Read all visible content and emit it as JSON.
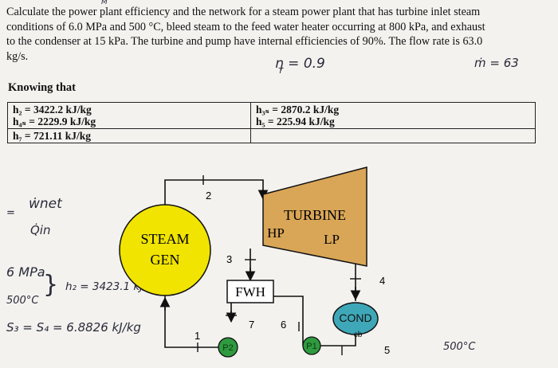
{
  "problem": {
    "line1": "Calculate the power plant efficiency and the network for a steam power plant that has turbine inlet steam",
    "line2": "conditions of 6.0 MPa and 500 °C, bleed steam to the feed water heater occurring at 800 kPa, and exhaust",
    "line3": "to the condenser at 15 kPa. The turbine and pump have internal efficiencies of 90%. The flow rate is 63.0",
    "line4": "kg/s."
  },
  "knowing_heading": "Knowing that",
  "given_values": {
    "left": [
      "h₂ = 3422.2 kJ/kg",
      "h₄ₛ = 2229.9 kJ/kg",
      "h₇ = 721.11 kJ/kg"
    ],
    "right": [
      "h₃ₛ = 2870.2 kJ/kg",
      "h₅ = 225.94 kJ/kg"
    ]
  },
  "diagram": {
    "steam_gen_line1": "STEAM",
    "steam_gen_line2": "GEN",
    "turbine_label": "TURBINE",
    "hp_label": "HP",
    "lp_label": "LP",
    "fwh_label": "FWH",
    "cond_label": "COND",
    "cb_label": "cb",
    "p1_label": "P1",
    "p2_label": "P2",
    "state_labels": [
      "1",
      "2",
      "3",
      "4",
      "5",
      "6",
      "7"
    ],
    "colors": {
      "steam_gen": "#f1e400",
      "turbine": "#d9a657",
      "cond": "#3fa8b8",
      "pump": "#2f9a3f",
      "fwh": "#ffffff"
    }
  },
  "handwriting": {
    "eta_note": "η = 0.9",
    "eta_sub": "T",
    "eta_sup": "M",
    "mdot_note": "ṁ = 63",
    "wnet": "ẇnet",
    "qin": "Q̇in",
    "eq_sign": "=",
    "cond_p": "6 MPa",
    "cond_t": "500°C",
    "h2_note": "h₂ = 3423.1 kJ/kg",
    "s_note": "S₃ = S₄ = 6.8826 kJ/kg",
    "right_note": "500°C"
  }
}
